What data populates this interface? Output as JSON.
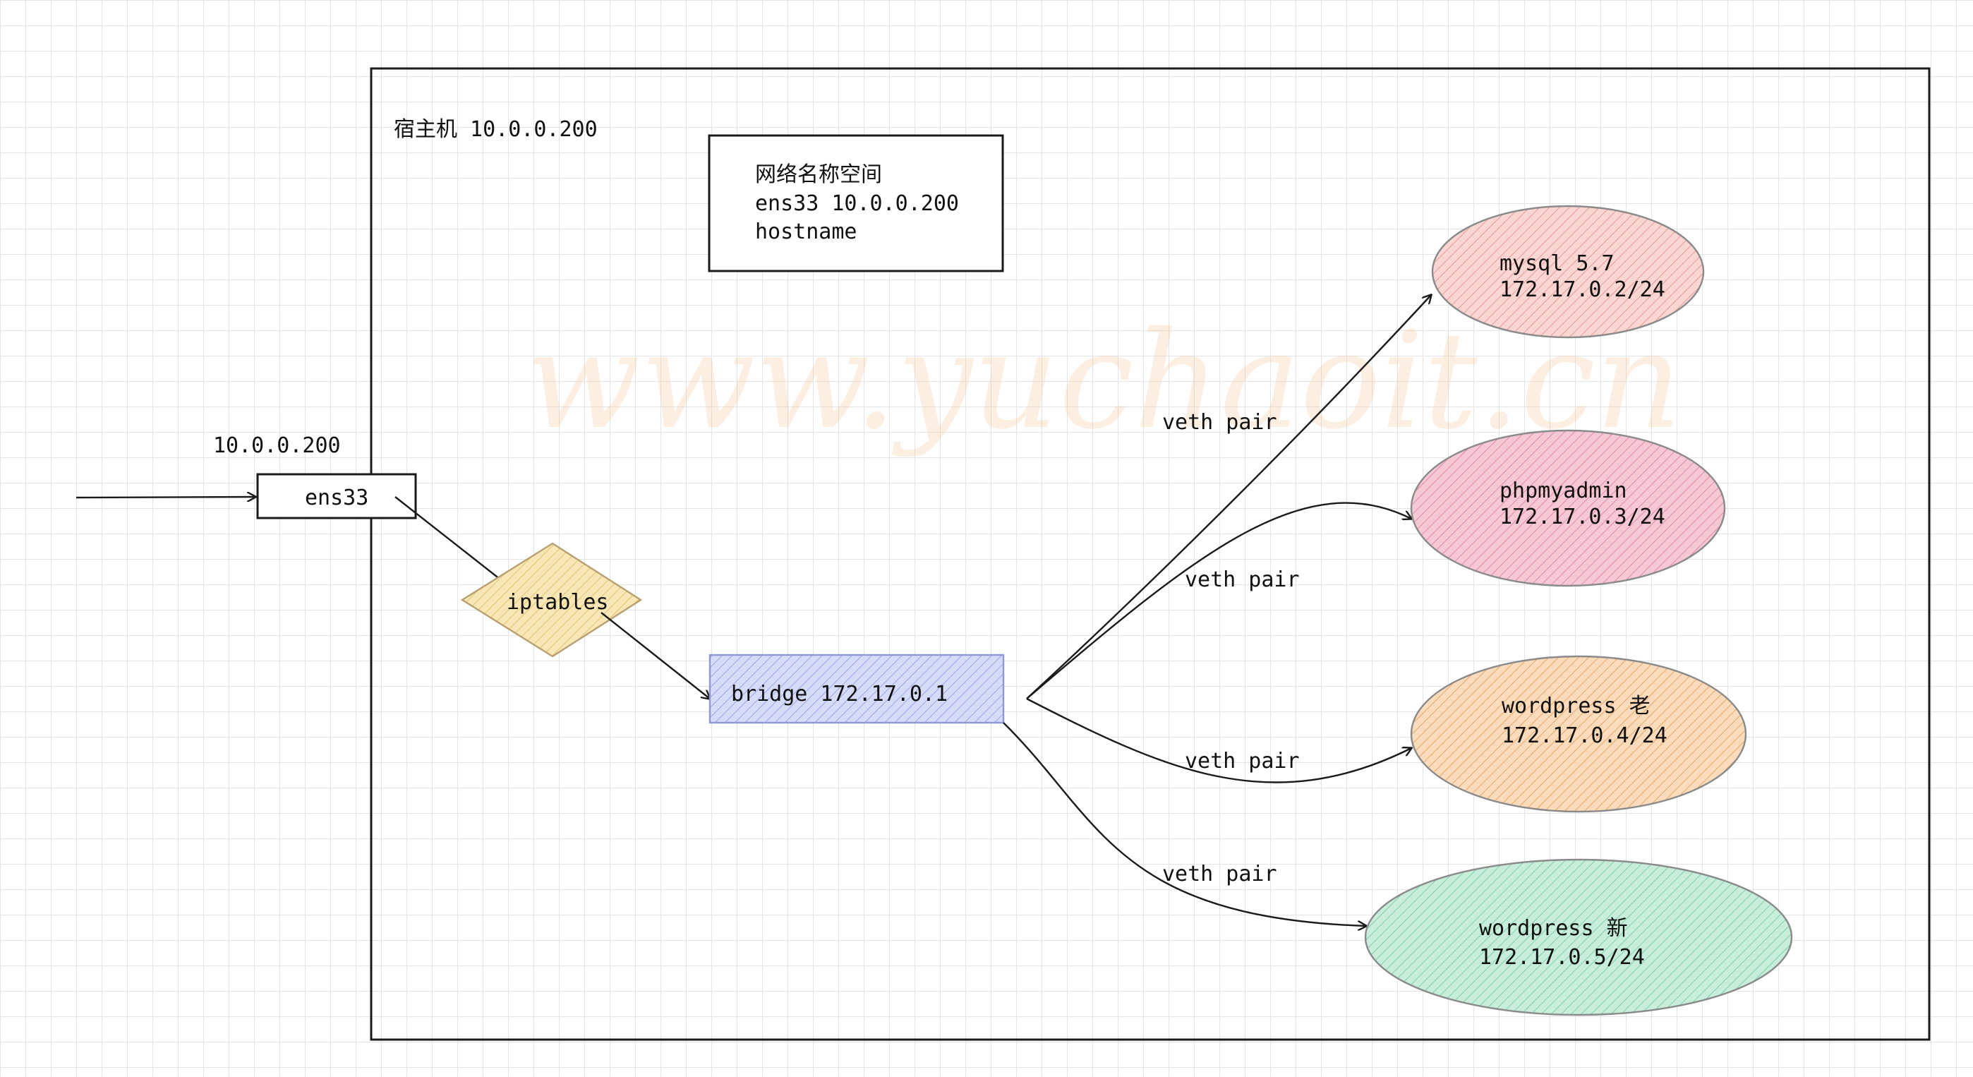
{
  "host": {
    "label": "宿主机 10.0.0.200"
  },
  "namespace": {
    "line1": "网络名称空间",
    "line2": "ens33  10.0.0.200",
    "line3": "hostname"
  },
  "external_ip": "10.0.0.200",
  "ens33": {
    "label": "ens33"
  },
  "iptables": {
    "label": "iptables"
  },
  "bridge": {
    "label": "bridge  172.17.0.1"
  },
  "veth_label": "veth pair",
  "containers": [
    {
      "name": "mysql  5.7",
      "ip": "172.17.0.2/24",
      "color": "#f7c8c4"
    },
    {
      "name": "phpmyadmin",
      "ip": "172.17.0.3/24",
      "color": "#f2b7c8"
    },
    {
      "name": "wordpress 老",
      "ip": "172.17.0.4/24",
      "color": "#f9cfa6"
    },
    {
      "name": "wordpress 新",
      "ip": "172.17.0.5/24",
      "color": "#b8e6cf"
    }
  ],
  "colors": {
    "iptables_fill": "#f6e1a8",
    "bridge_fill": "#c9d0f5",
    "stroke": "#1a1a1a",
    "watermark": "#f6b57a"
  },
  "watermark": "www.yuchaoit.cn"
}
